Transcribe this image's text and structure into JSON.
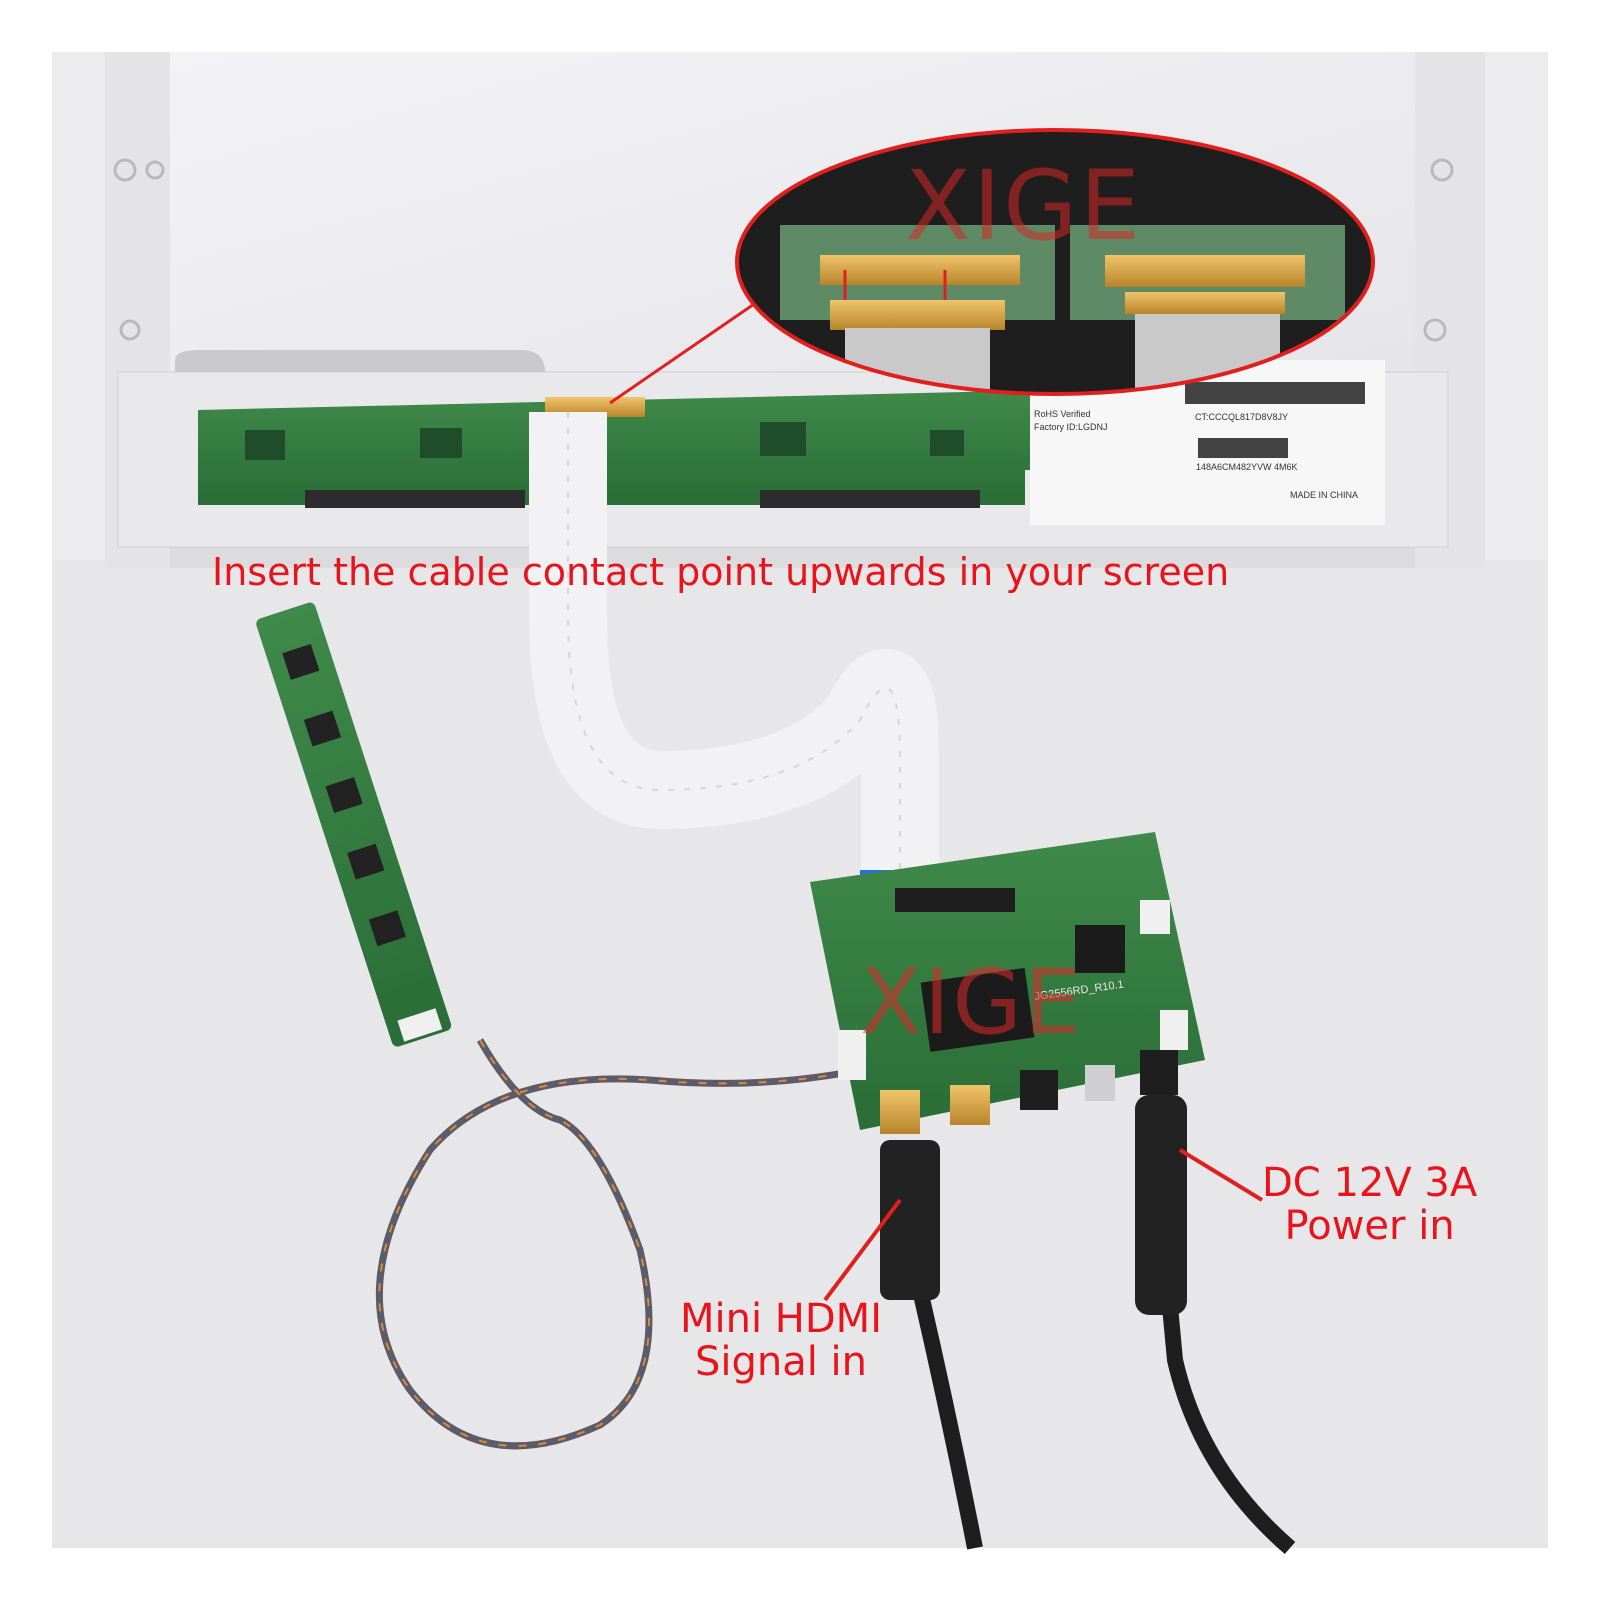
{
  "image": {
    "width": 1600,
    "height": 1600,
    "background": "#ffffff",
    "accent_color": "#e8141b"
  },
  "annotations": {
    "cable_instruction": "Insert the cable contact point upwards in your screen",
    "hdmi_label_line1": "Mini HDMI",
    "hdmi_label_line2": "Signal in",
    "power_label_line1": "DC 12V 3A",
    "power_label_line2": "Power in"
  },
  "watermarks": {
    "top": "XIGE",
    "board": "XIGE"
  },
  "panel_sticker": {
    "rohs": "RoHS Verified",
    "factory": "Factory ID:LGDNJ",
    "ct_code": "CT:CCCQL817D8V8JY",
    "serial": "148A6CM482YVW 4M6K",
    "origin": "MADE IN CHINA"
  },
  "board_marking": "JG2556RD_R10.1",
  "colors": {
    "pcb_green": "#2f7d3f",
    "lcd_frame": "#e9e9ec",
    "cable_white": "#f1f1f4",
    "cable_black": "#1e1e1e"
  }
}
